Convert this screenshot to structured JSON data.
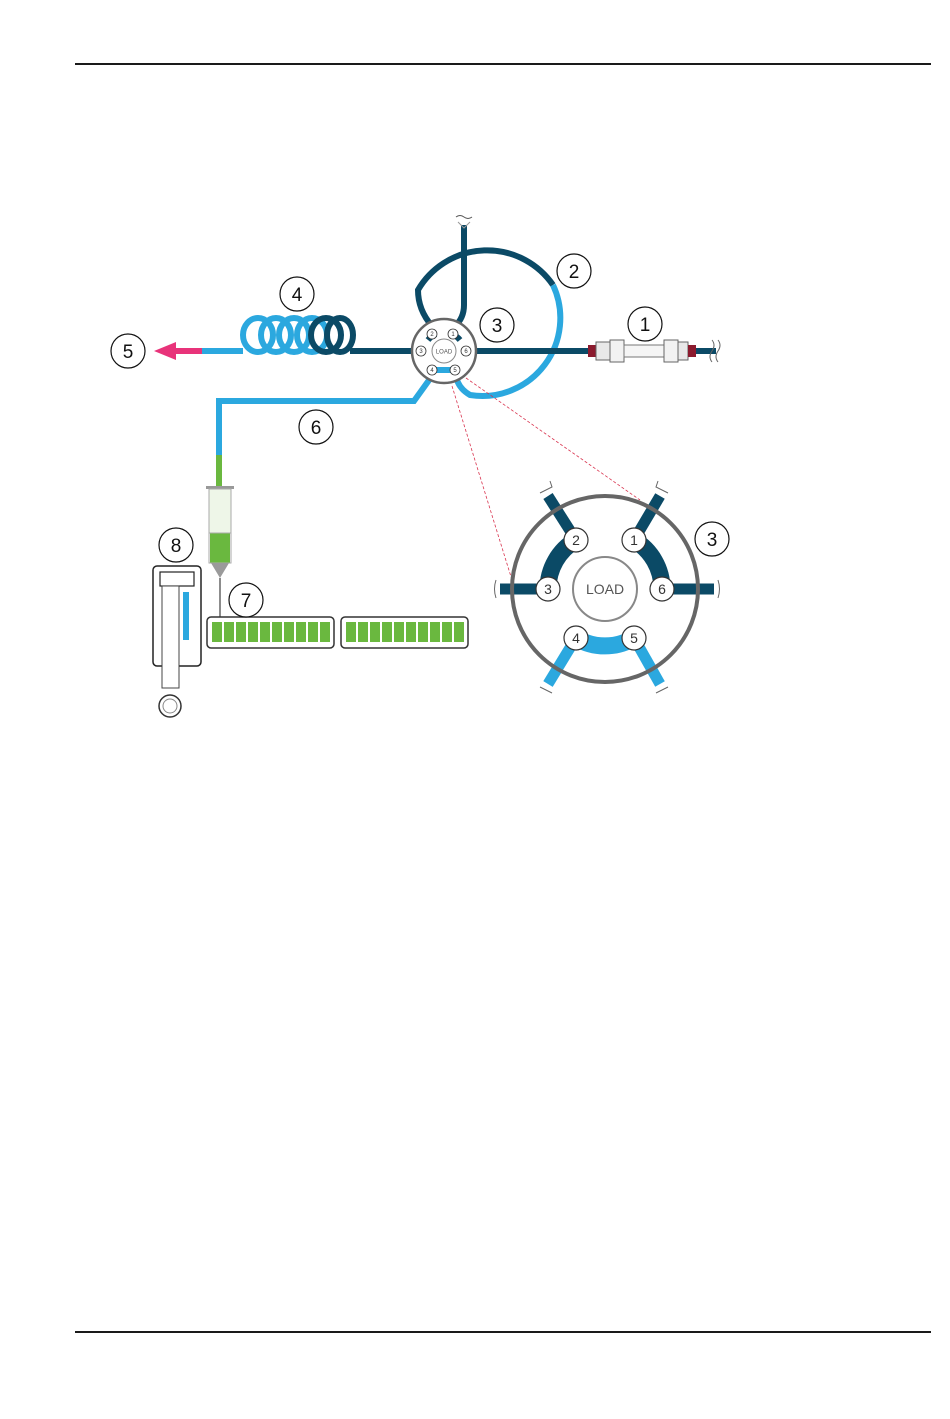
{
  "colors": {
    "dark_tube": "#0b4a66",
    "light_tube": "#2ba8df",
    "green": "#6ab83f",
    "waste_arrow": "#e8337a",
    "guide_line": "#d9344f"
  },
  "icons": [
    "syringe-icon",
    "waste-arrow-icon",
    "column-icon",
    "fraction-tube-icon",
    "detector-icon"
  ],
  "callouts": [
    "1",
    "2",
    "3",
    "4",
    "5",
    "6",
    "7",
    "8"
  ],
  "detail_callout": "3",
  "valve": {
    "label": "LOAD",
    "ports": [
      "1",
      "2",
      "3",
      "4",
      "5",
      "6"
    ]
  }
}
